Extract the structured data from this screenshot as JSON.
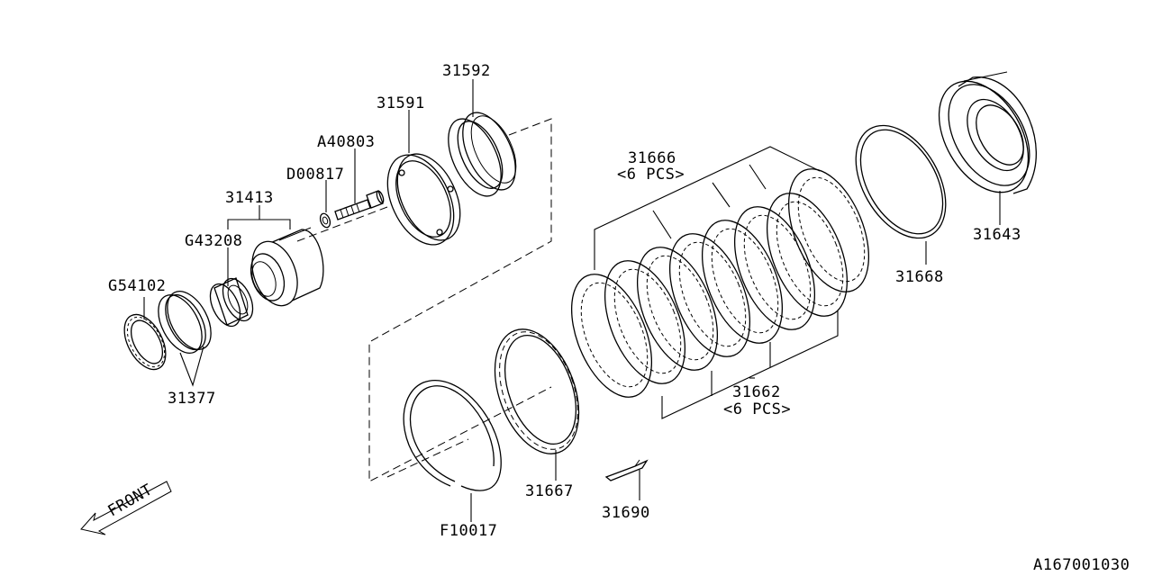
{
  "diagram_code": "A167001030",
  "front_label": "FRONT",
  "parts": {
    "p31592": "31592",
    "p31591": "31591",
    "pA40803": "A40803",
    "pD00817": "D00817",
    "p31413": "31413",
    "pG43208": "G43208",
    "pG54102": "G54102",
    "p31377": "31377",
    "p31666": "31666",
    "p31666_qty": "<6 PCS>",
    "p31662": "31662",
    "p31662_qty": "<6 PCS>",
    "p31668": "31668",
    "p31643": "31643",
    "p31667": "31667",
    "p31690": "31690",
    "pF10017": "F10017"
  }
}
